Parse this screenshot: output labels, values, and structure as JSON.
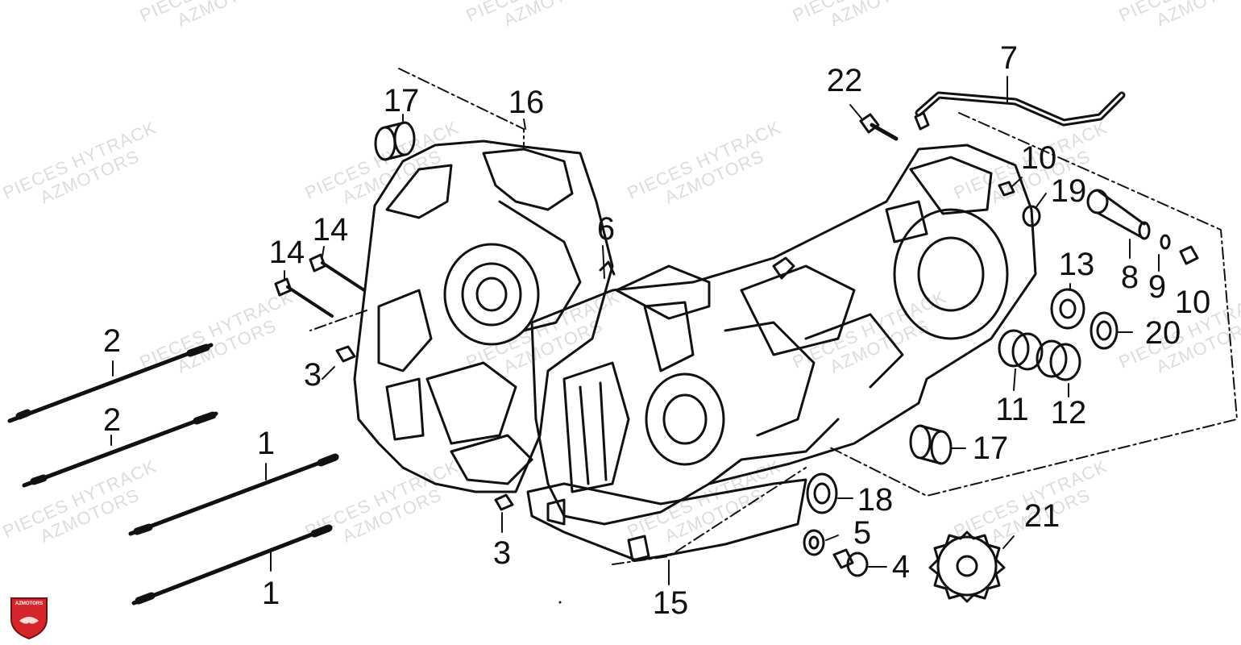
{
  "watermark": {
    "line1": "PIECES HYTRACK",
    "line2": "AZMOTORS"
  },
  "logo_text": "AZMOTORS",
  "callouts": [
    "1",
    "1",
    "2",
    "2",
    "3",
    "3",
    "4",
    "5",
    "6",
    "7",
    "8",
    "9",
    "10",
    "10",
    "11",
    "12",
    "13",
    "14",
    "14",
    "15",
    "16",
    "17",
    "17",
    "18",
    "19",
    "20",
    "21",
    "22"
  ],
  "colors": {
    "ink": "#111111",
    "logo_red": "#d7262b",
    "watermark": "#dcdcdc"
  }
}
